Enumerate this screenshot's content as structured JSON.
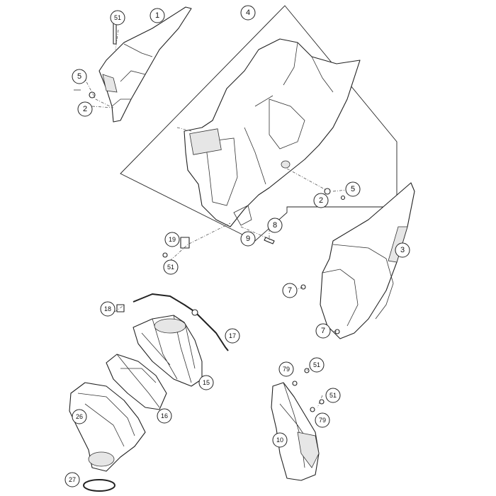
{
  "callouts": [
    {
      "id": "c1",
      "label": "1"
    },
    {
      "id": "c51a",
      "label": "51"
    },
    {
      "id": "c5a",
      "label": "5"
    },
    {
      "id": "c2a",
      "label": "2"
    },
    {
      "id": "c4",
      "label": "4"
    },
    {
      "id": "c5b",
      "label": "5"
    },
    {
      "id": "c2b",
      "label": "2"
    },
    {
      "id": "c3",
      "label": "3"
    },
    {
      "id": "c8",
      "label": "8"
    },
    {
      "id": "c9",
      "label": "9"
    },
    {
      "id": "c19",
      "label": "19"
    },
    {
      "id": "c51b",
      "label": "51"
    },
    {
      "id": "c7a",
      "label": "7"
    },
    {
      "id": "c7b",
      "label": "7"
    },
    {
      "id": "c18",
      "label": "18"
    },
    {
      "id": "c17",
      "label": "17"
    },
    {
      "id": "c15",
      "label": "15"
    },
    {
      "id": "c16",
      "label": "16"
    },
    {
      "id": "c26",
      "label": "26"
    },
    {
      "id": "c27",
      "label": "27"
    },
    {
      "id": "c79a",
      "label": "79"
    },
    {
      "id": "c51c",
      "label": "51"
    },
    {
      "id": "c51d",
      "label": "51"
    },
    {
      "id": "c79b",
      "label": "79"
    },
    {
      "id": "c10",
      "label": "10"
    }
  ]
}
